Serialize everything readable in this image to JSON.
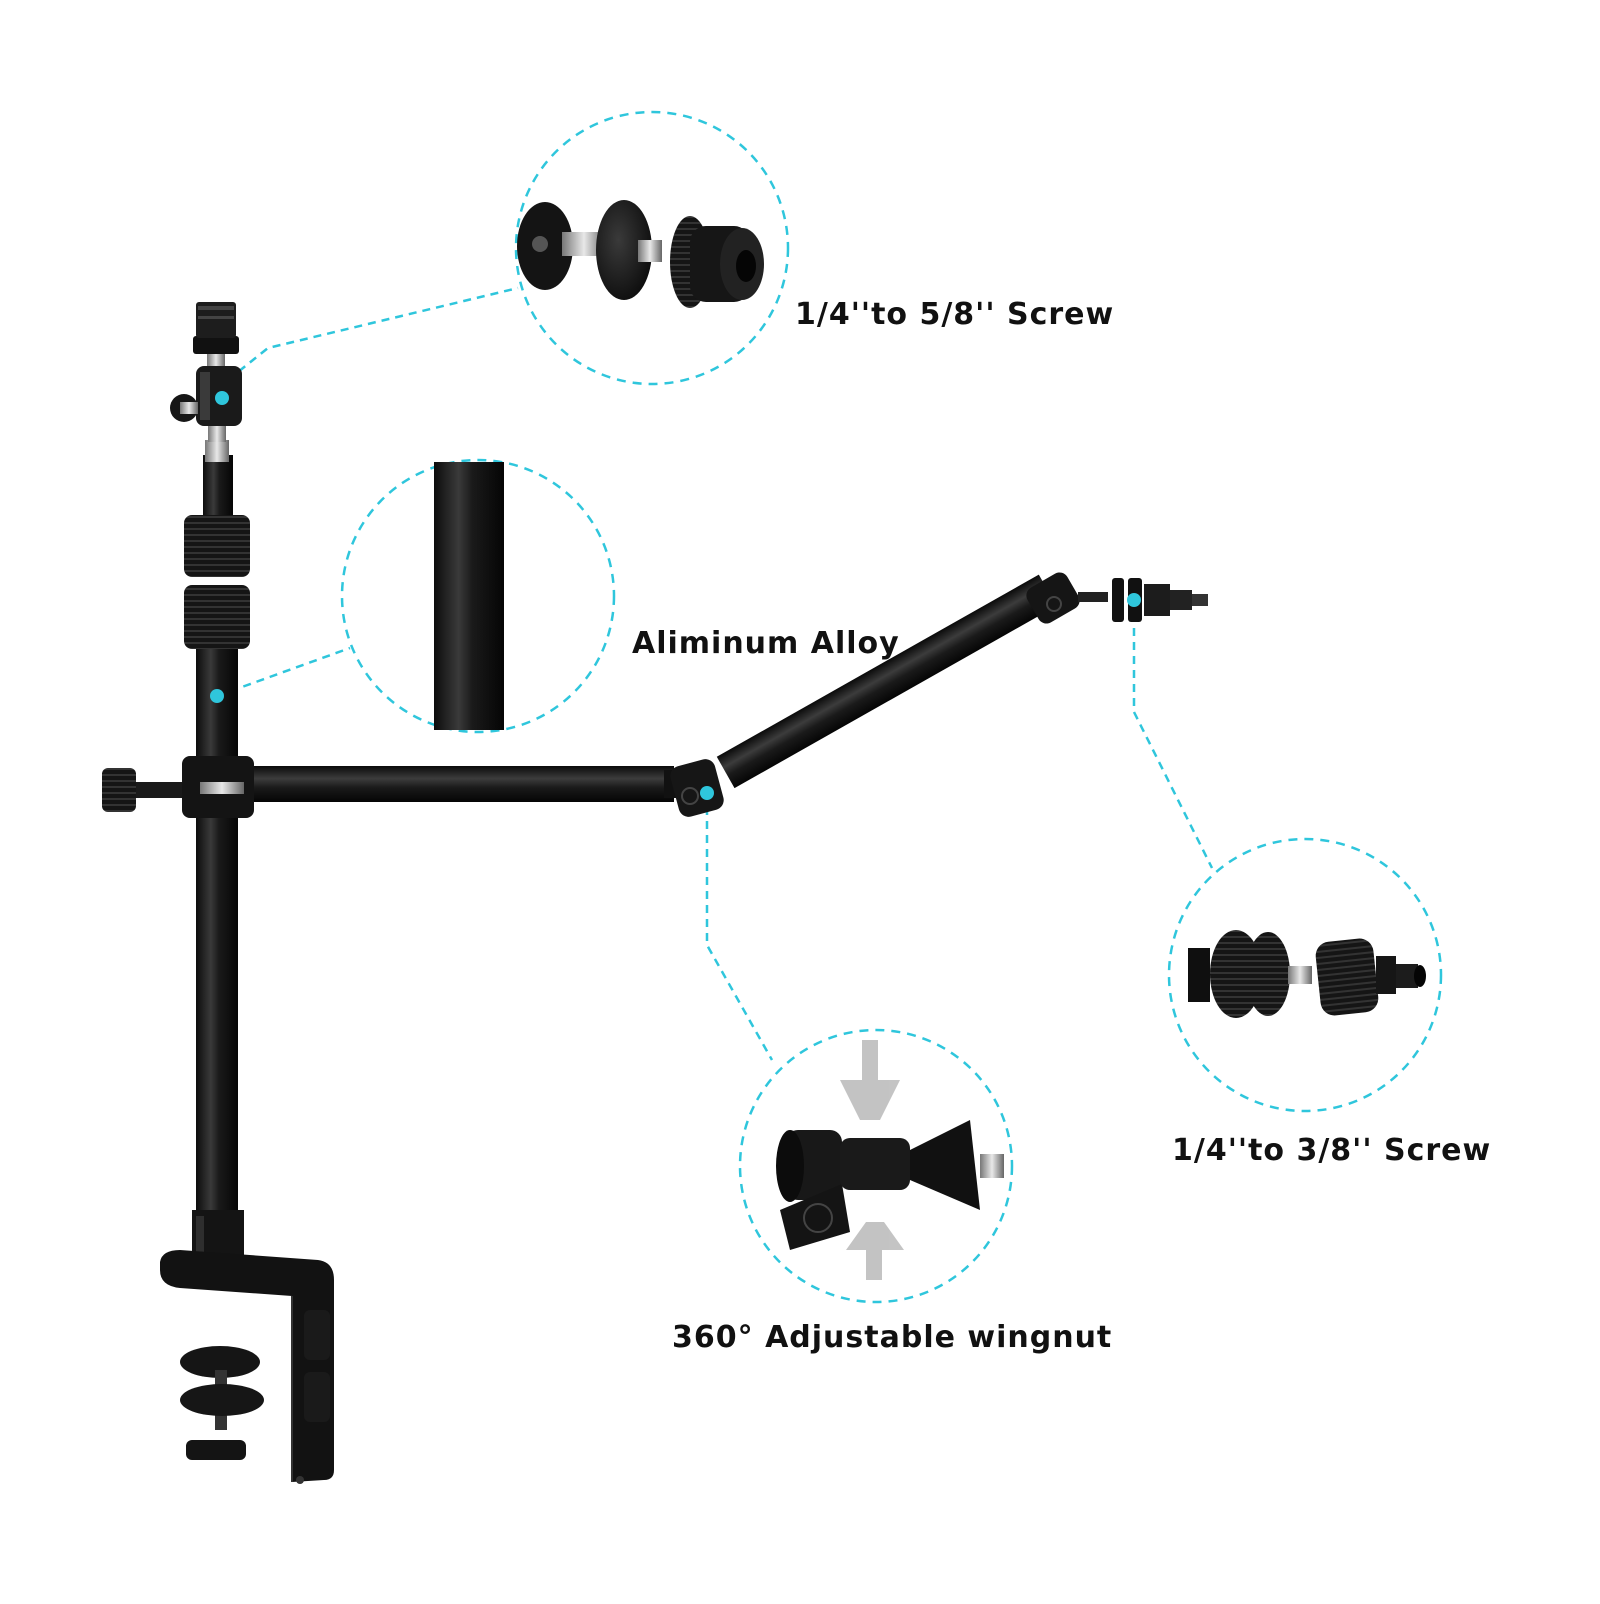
{
  "theme": {
    "accent": "#2fc6dc",
    "metal_dark": "#111111",
    "metal_mid": "#2a2a2a",
    "metal_light": "#6a6a6a",
    "chrome": "#c9c9c9",
    "background": "#ffffff"
  },
  "product": {
    "name": "desk-clamp-camera-arm-stand"
  },
  "callouts": [
    {
      "id": "top-adapter",
      "label": "1/4''to 5/8'' Screw",
      "detail": "screw-adapter-5-8"
    },
    {
      "id": "pole",
      "label": "Aliminum Alloy",
      "detail": "aluminum-tube"
    },
    {
      "id": "joint",
      "label": "360° Adjustable wingnut",
      "detail": "wingnut-joint"
    },
    {
      "id": "end-adapter",
      "label": "1/4''to 3/8'' Screw",
      "detail": "screw-adapter-3-8"
    }
  ]
}
